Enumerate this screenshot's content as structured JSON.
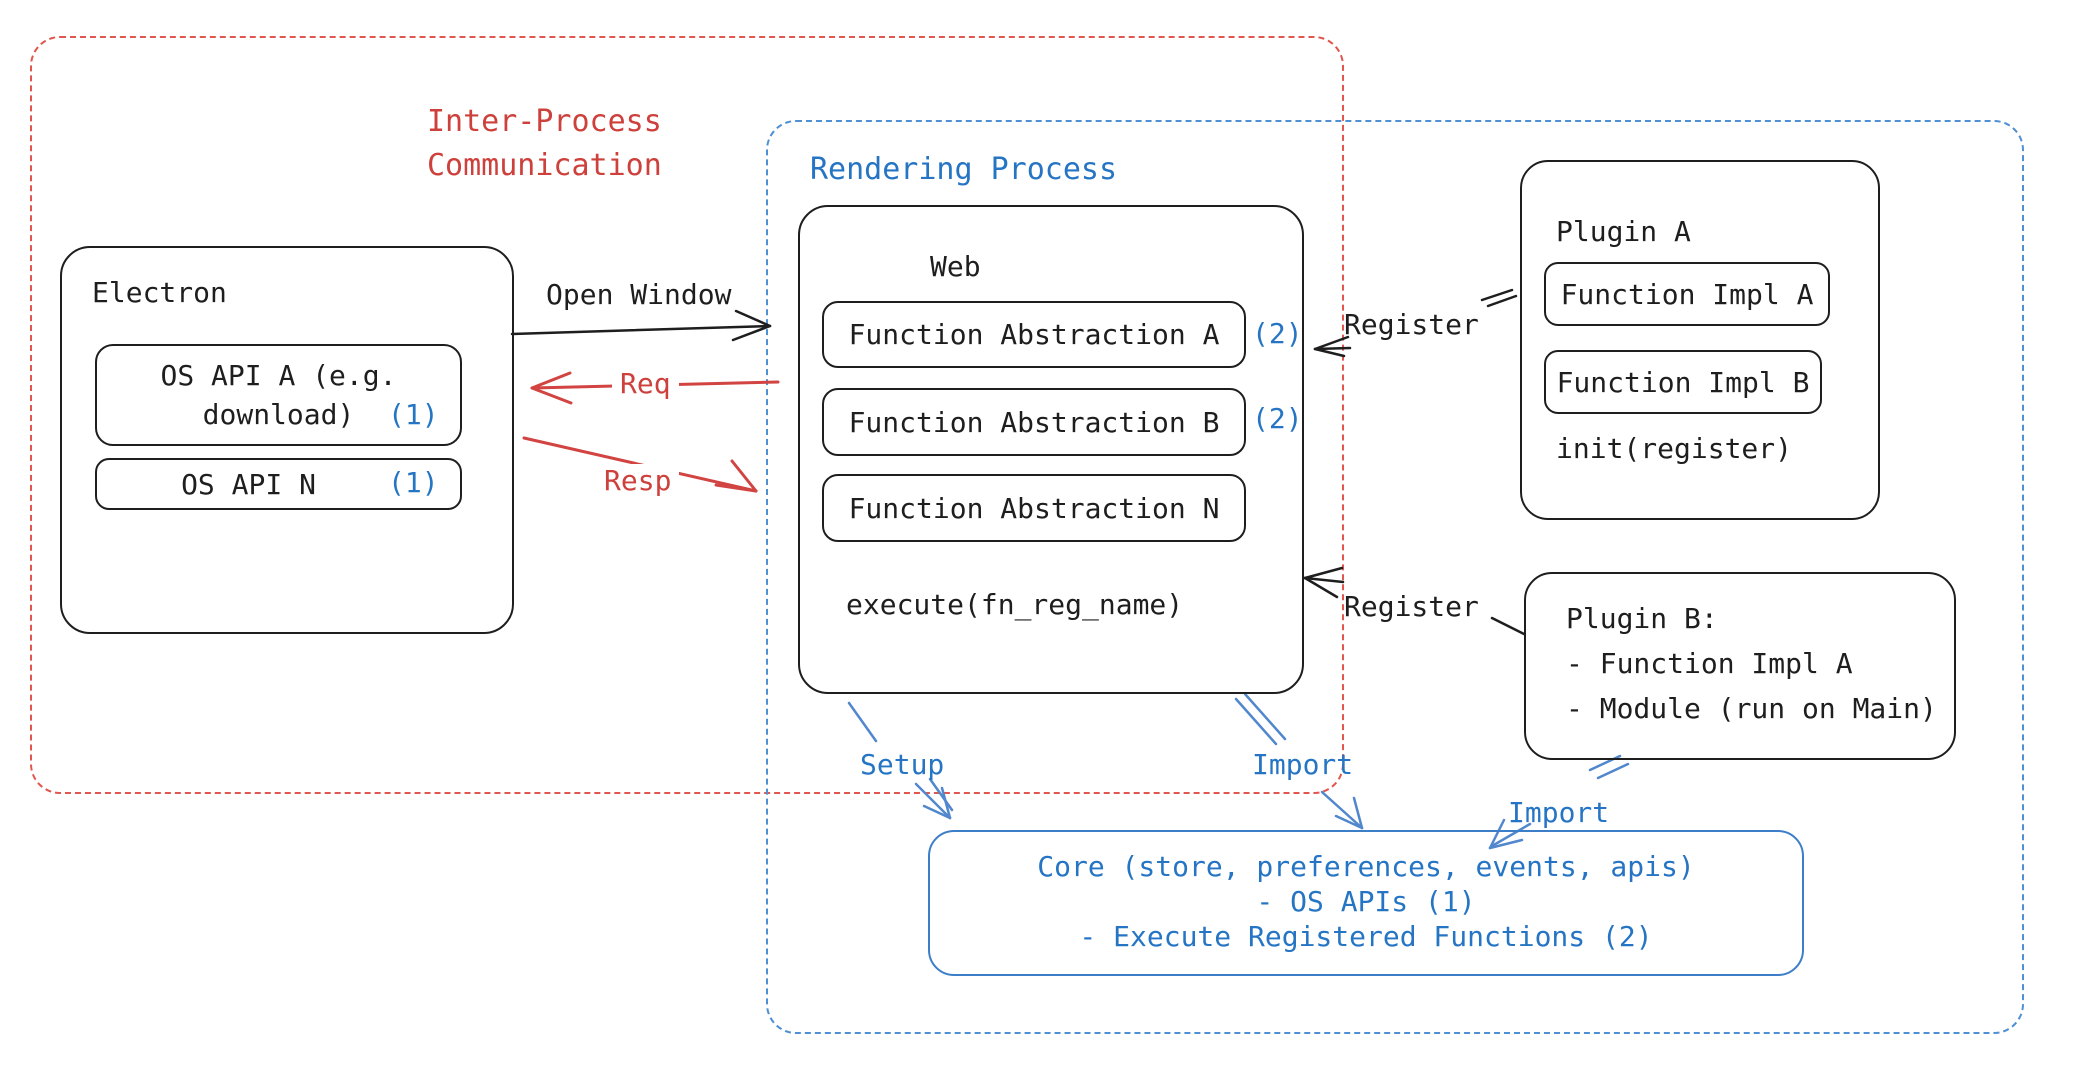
{
  "regions": {
    "ipc": {
      "label_line1": "Inter-Process",
      "label_line2": "Communication"
    },
    "rendering": {
      "label": "Rendering Process"
    }
  },
  "electron": {
    "title": "Electron",
    "os_api_a_line1": "OS API A (e.g.",
    "os_api_a_line2": "download)",
    "os_api_a_badge": "(1)",
    "os_api_n": "OS API N",
    "os_api_n_badge": "(1)"
  },
  "web": {
    "title": "Web",
    "fa_a": "Function Abstraction A",
    "fa_a_badge": "(2)",
    "fa_b": "Function Abstraction B",
    "fa_b_badge": "(2)",
    "fa_n": "Function Abstraction N",
    "execute": "execute(fn_reg_name)"
  },
  "plugin_a": {
    "title": "Plugin A",
    "impl_a": "Function Impl A",
    "impl_b": "Function Impl B",
    "init": "init(register)"
  },
  "plugin_b": {
    "line1": "Plugin B:",
    "line2": "- Function Impl A",
    "line3": "- Module (run on Main)"
  },
  "core": {
    "line1": "Core (store, preferences, events, apis)",
    "line2": "- OS APIs (1)",
    "line3": "- Execute Registered Functions (2)"
  },
  "arrows": {
    "open_window": "Open Window",
    "req": "Req",
    "resp": "Resp",
    "register_top": "Register",
    "register_bottom": "Register",
    "setup": "Setup",
    "import_web": "Import",
    "import_plugin": "Import"
  },
  "colors": {
    "black": "#1e1e1e",
    "red": "#cd403b",
    "red_dash": "#e1564f",
    "blue": "#2575c4",
    "blue_dash": "#4f8fd4",
    "blue_arrow": "#5187cd"
  }
}
